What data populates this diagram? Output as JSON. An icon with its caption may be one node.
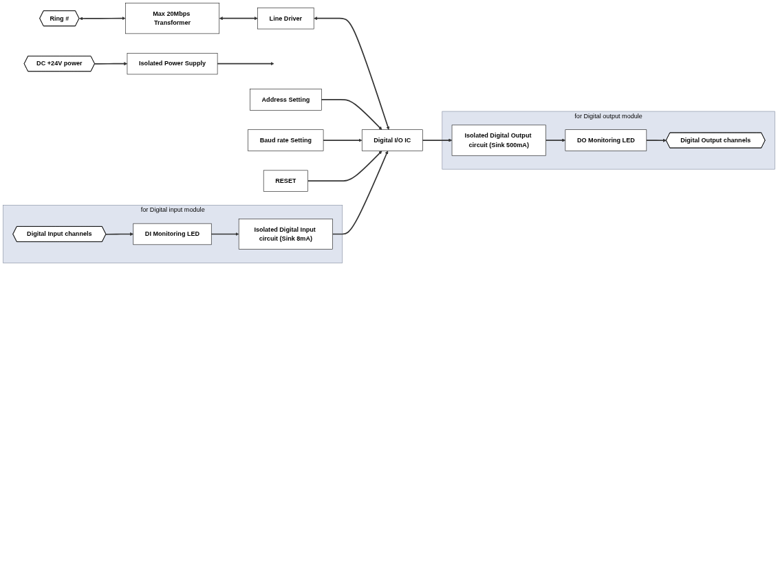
{
  "diagram": {
    "nodes": [
      {
        "text": [
          "Ring #"
        ]
      },
      {
        "text": [
          "Max 20Mbps Transformer"
        ]
      },
      {
        "text": [
          "Line Driver"
        ]
      },
      {
        "text": [
          "Digital I/O IC"
        ]
      },
      {
        "text": [
          "Address Setting"
        ]
      },
      {
        "text": [
          "Baud rate Setting"
        ]
      },
      {
        "text": [
          "RESET"
        ]
      },
      {
        "text": [
          "for Digital input module"
        ]
      },
      {
        "text": [
          "Digital Input channels"
        ],
        "in": 7
      },
      {
        "text": [
          "DI Monitoring LED"
        ],
        "in": 7
      },
      {
        "text": [
          "Isolated Digital Input circuit (Sink 8mA)"
        ],
        "in": 7
      },
      {
        "text": [
          "for Digital output module"
        ]
      },
      {
        "text": [
          "Digital Output channels"
        ],
        "in": 11
      },
      {
        "text": [
          "DO Monitoring LED"
        ],
        "in": 11
      },
      {
        "text": [
          "Isolated Digital Output circuit (Sink 500mA)"
        ],
        "in": 11
      },
      {
        "text": [
          "Isolated Power Supply"
        ]
      },
      {
        "text": [
          "DC +24V power"
        ]
      }
    ],
    "edges": [
      {
        "from": 0,
        "to": 1,
        "arrow": "both"
      },
      {
        "from": 1,
        "to": 2,
        "arrow": "both"
      },
      {
        "from": 2,
        "to": 3,
        "arrow": "both"
      },
      {
        "from": 4,
        "to": 3,
        "arrow": "to"
      },
      {
        "from": 5,
        "to": 3,
        "arrow": "to"
      },
      {
        "from": 6,
        "to": 3,
        "arrow": "to"
      },
      {
        "from": 8,
        "to": 9,
        "arrow": "to"
      },
      {
        "from": 9,
        "to": 10,
        "arrow": "to"
      },
      {
        "from": 10,
        "to": 3,
        "arrow": "to"
      },
      {
        "from": 3,
        "to": 14,
        "arrow": "to"
      },
      {
        "from": 14,
        "to": 13,
        "arrow": "to"
      },
      {
        "from": 13,
        "to": 12,
        "arrow": "to"
      },
      {
        "from": 16,
        "to": 15,
        "arrow": "to"
      },
      {
        "from": 15,
        "to": null,
        "arrow": "to"
      }
    ]
  }
}
